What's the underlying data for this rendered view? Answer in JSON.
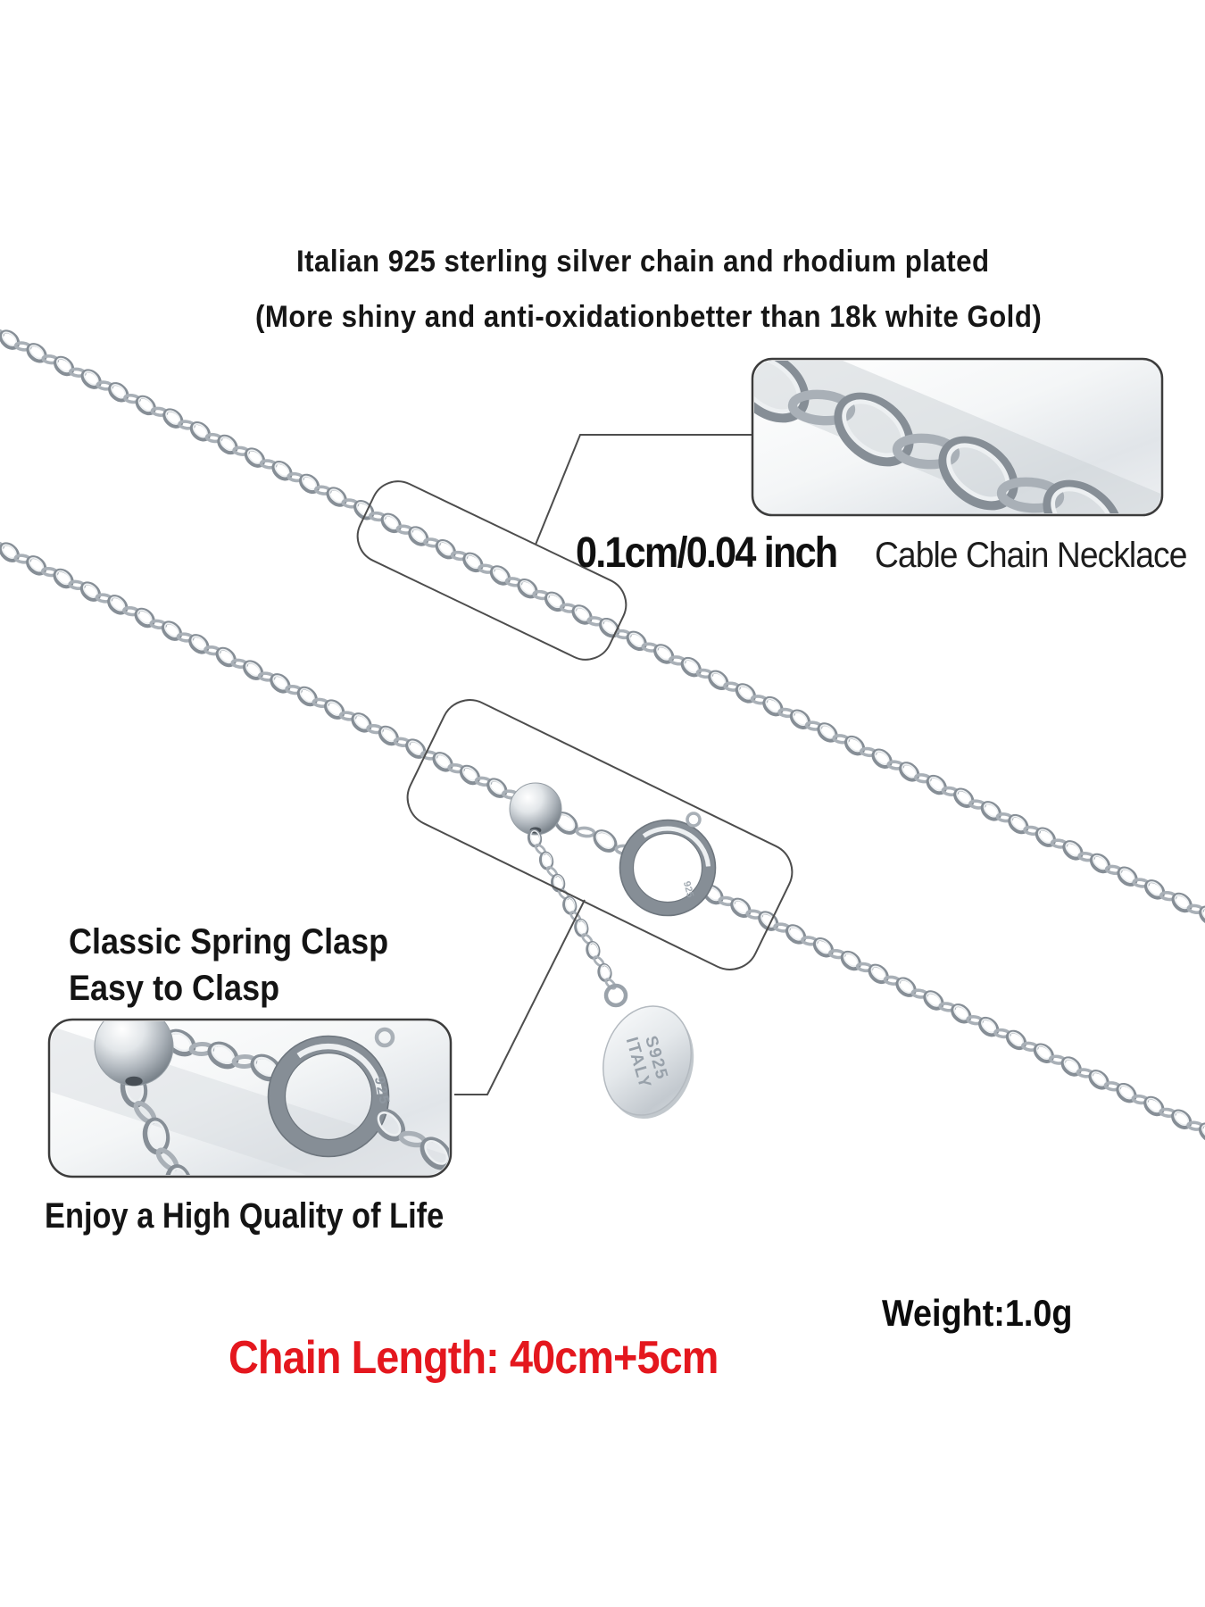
{
  "header": {
    "line1": "Italian 925 sterling silver chain and rhodium plated",
    "line2": "(More shiny and anti-oxidationbetter than 18k white Gold)"
  },
  "callouts": {
    "chain_size": "0.1cm/0.04 inch",
    "chain_type": "Cable Chain Necklace",
    "clasp_line1": "Classic Spring Clasp",
    "clasp_line2": "Easy to Clasp",
    "slogan": "Enjoy a High Quality of Life"
  },
  "specs": {
    "weight": "Weight:1.0g",
    "chain_length": "Chain Length: 40cm+5cm"
  },
  "engravings": {
    "tag_line1": "S925",
    "tag_line2": "ITALY",
    "clasp_mark": "925",
    "clasp_mark_mid": "925"
  },
  "colors": {
    "accent_red": "#e4171e",
    "text": "#1c1c1c",
    "outline": "#4d4d4d",
    "box_border": "#3c3c3c",
    "silver_dark": "#868e96",
    "silver_mid": "#a9b0b7",
    "silver_light": "#edf0f2",
    "silver_deep": "#6e767e",
    "engrave_gray": "#98a1aa"
  }
}
